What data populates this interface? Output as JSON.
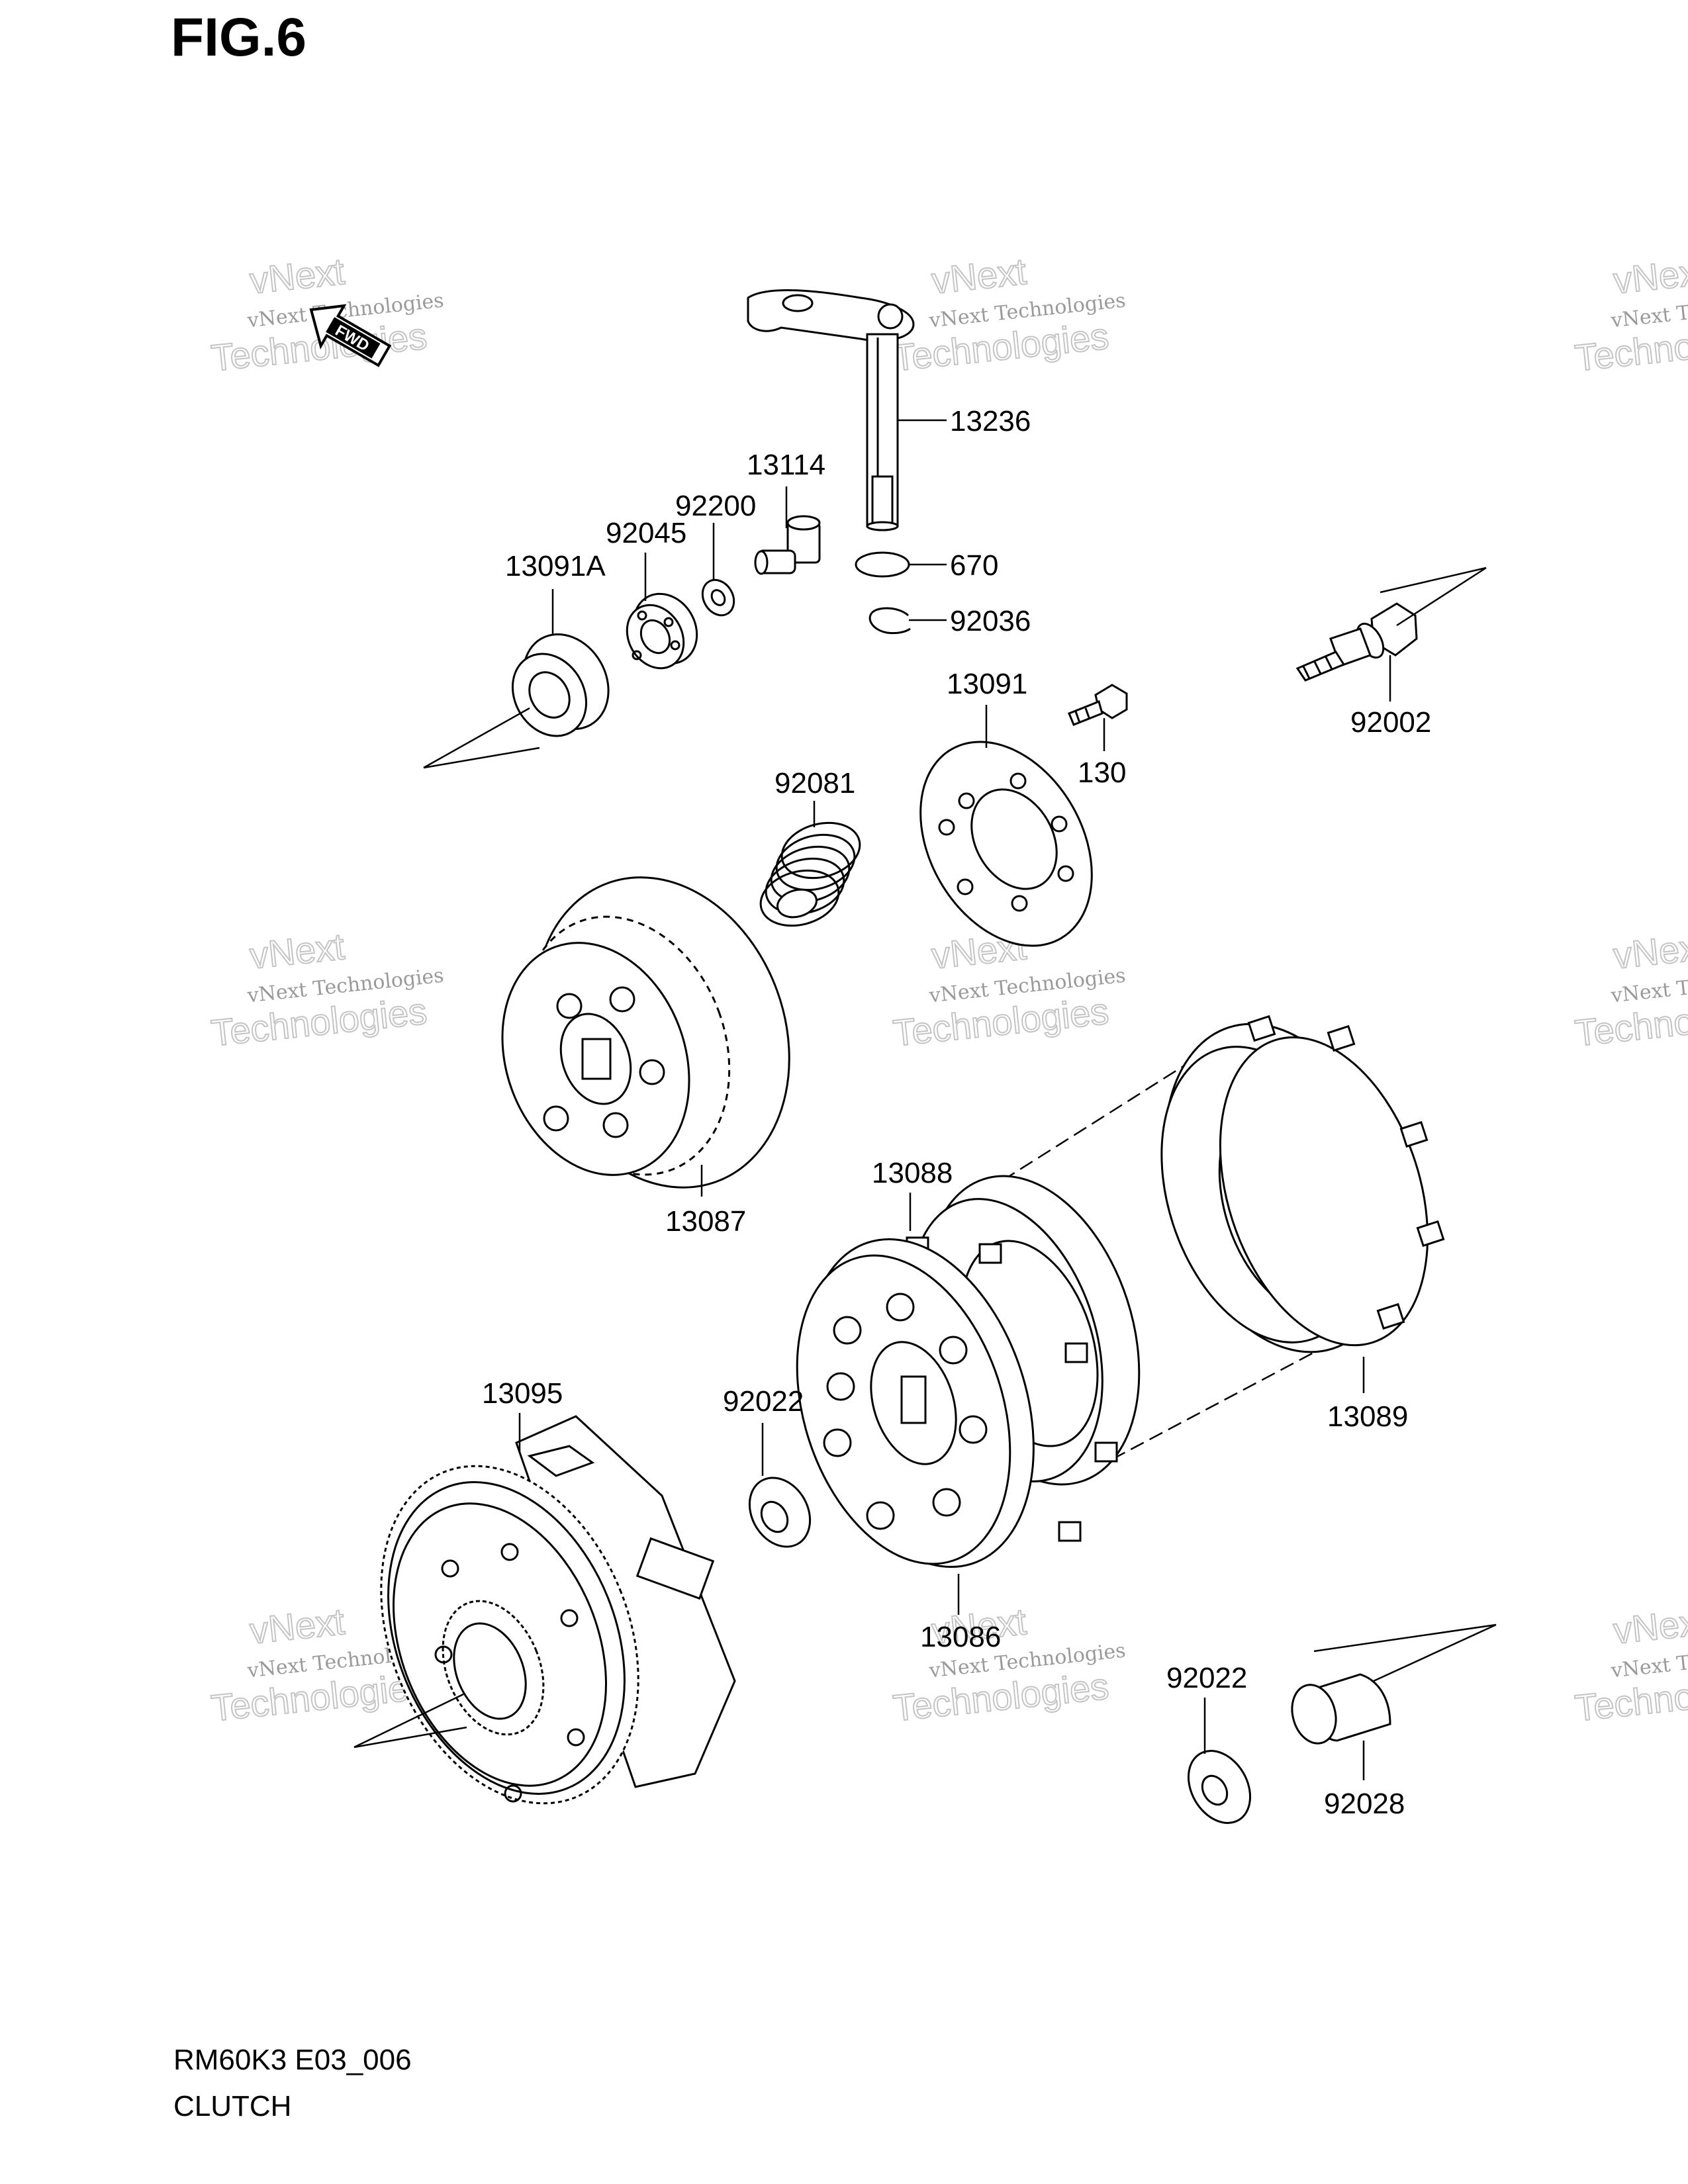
{
  "figure_title": "FIG.6",
  "footer": {
    "code": "RM60K3 E03_006",
    "caption": "CLUTCH"
  },
  "fwd_marker": "FWD",
  "watermark": {
    "line1": "vNext Technologies",
    "line2": "vNext",
    "line3": "Technologies"
  },
  "parts": {
    "p13236": "13236",
    "p13114": "13114",
    "p92200": "92200",
    "p92045": "92045",
    "p13091A": "13091A",
    "p670": "670",
    "p92036": "92036",
    "p13091": "13091",
    "p130": "130",
    "p92002": "92002",
    "p92081": "92081",
    "p13087": "13087",
    "p13088": "13088",
    "p13089": "13089",
    "p13095": "13095",
    "p92022a": "92022",
    "p13086": "13086",
    "p92022b": "92022",
    "p92028": "92028"
  }
}
